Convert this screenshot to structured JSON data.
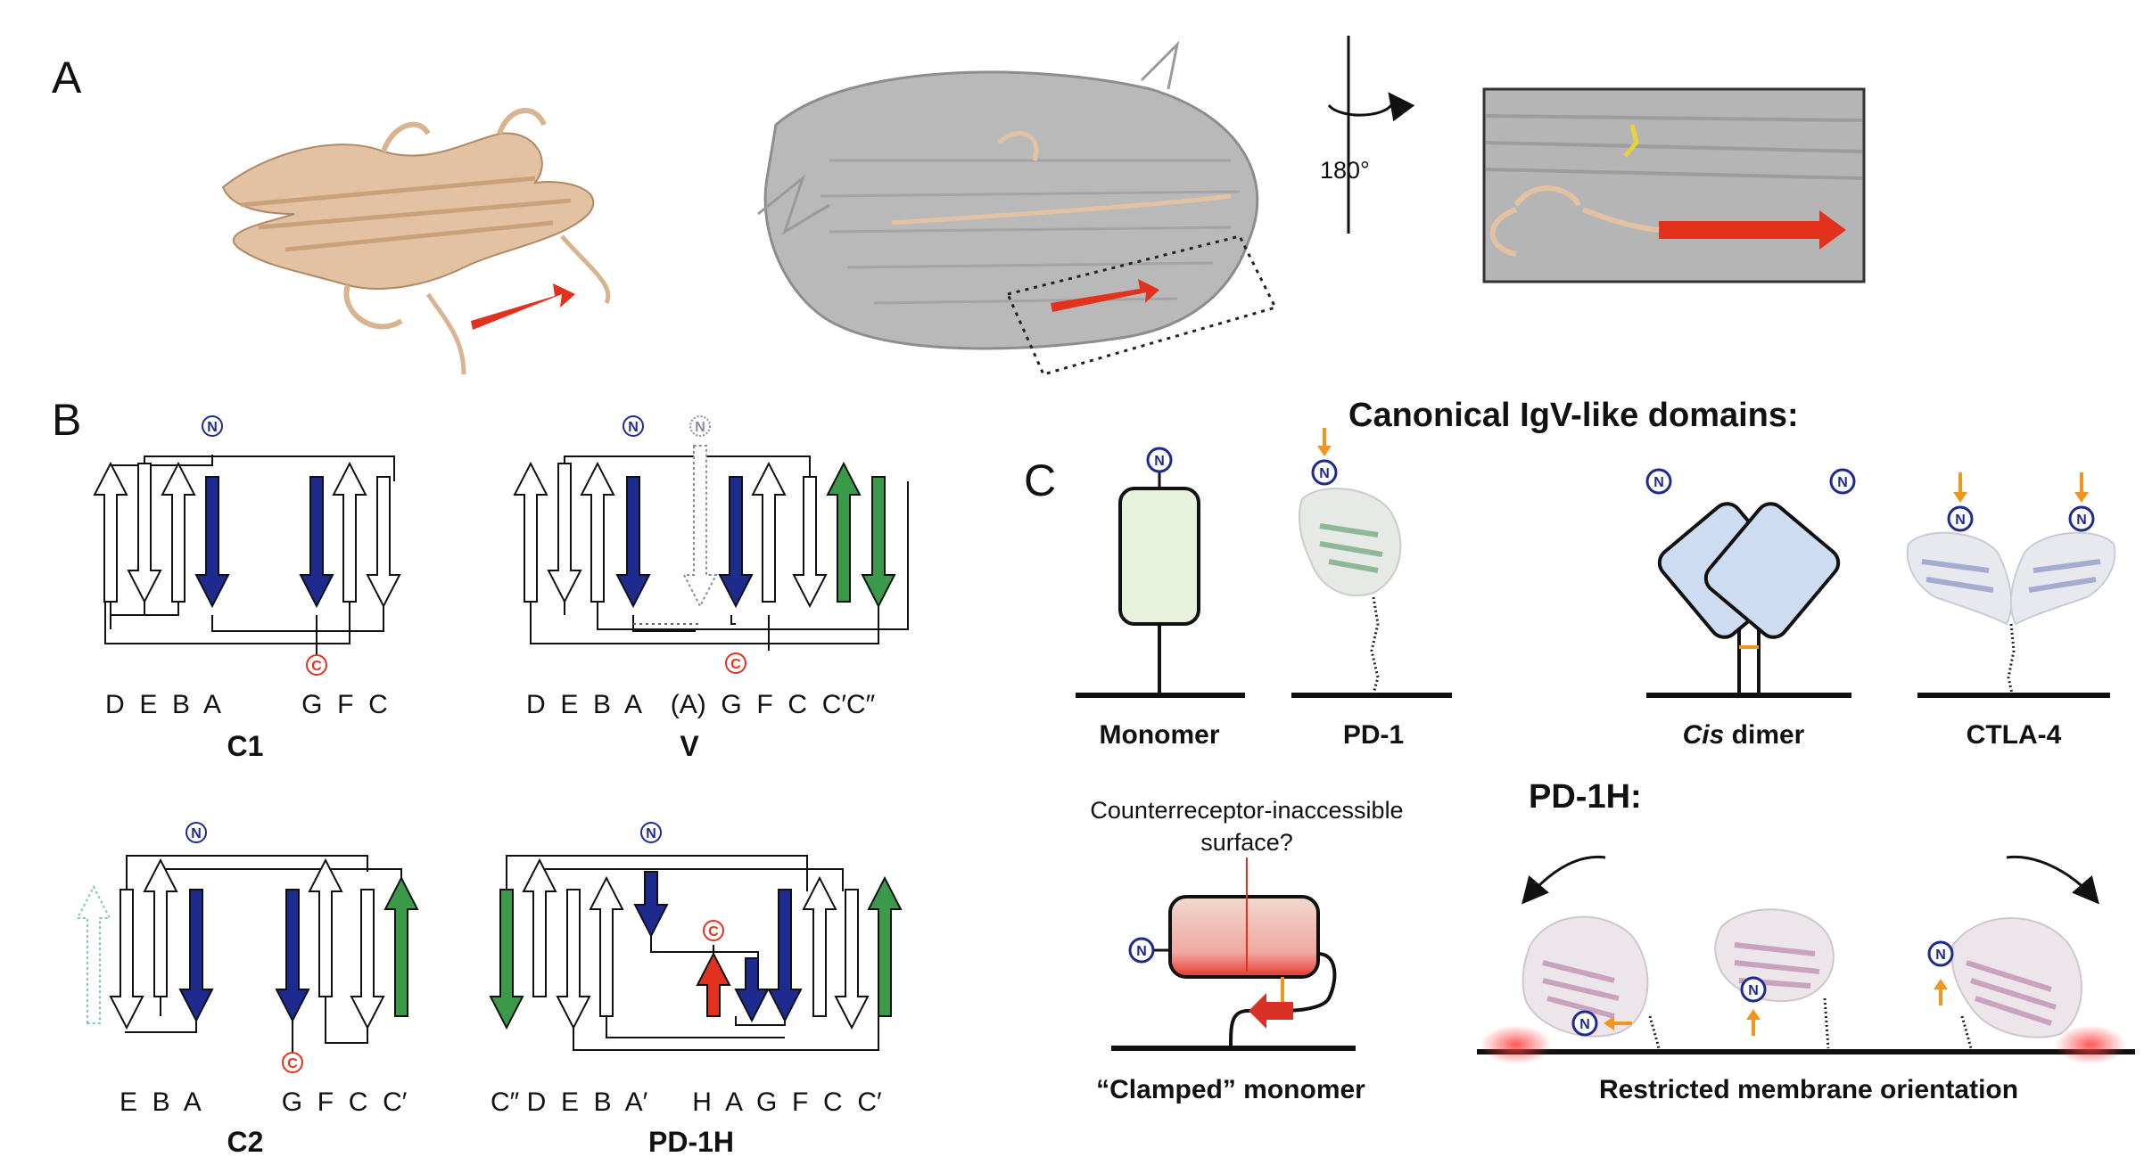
{
  "panels": {
    "a": "A",
    "b": "B",
    "c": "C"
  },
  "panel_a": {
    "rotation": "180°"
  },
  "panel_b": {
    "c1": {
      "strands": "D  E  B  A           G  F  C",
      "title": "C1"
    },
    "v": {
      "strands": "D  E  B  A    (A)  G  F  C  C′C″",
      "title": "V"
    },
    "c2": {
      "strands": "E  B  A           G  F  C  C′",
      "title": "C2"
    },
    "pd1h": {
      "strands": "C″ D  E  B  A′      H  A  G  F  C  C′",
      "title": "PD-1H"
    },
    "n_term": "N",
    "c_term": "C"
  },
  "panel_c": {
    "heading": "Canonical IgV-like domains:",
    "monomer": "Monomer",
    "pd1": "PD-1",
    "cis_dimer_italic": "Cis",
    "cis_dimer_rest": " dimer",
    "ctla4": "CTLA-4",
    "pd1h_heading": "PD-1H:",
    "question_line1": "Counterreceptor-inaccessible",
    "question_line2": "surface?",
    "clamped": "“Clamped” monomer",
    "restricted": "Restricted membrane orientation",
    "n": "N"
  },
  "colors": {
    "blue": "#1f2a8f",
    "green": "#3a9a4a",
    "red": "#e2321e",
    "tan": "#dfb99a",
    "orange": "#f0961e"
  }
}
